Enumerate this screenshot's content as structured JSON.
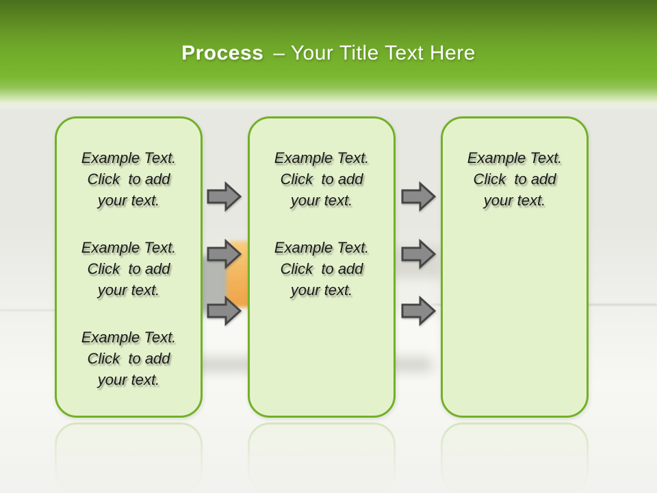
{
  "title": {
    "emphasis": "Process",
    "rest": "– Your Title Text Here"
  },
  "boxes": [
    {
      "name": "process-box-1",
      "paragraphs": [
        "Example Text.\nClick  to add\nyour text.",
        "Example Text.\nClick  to add\nyour text.",
        "Example Text.\nClick  to add\nyour text."
      ]
    },
    {
      "name": "process-box-2",
      "paragraphs": [
        "Example Text.\nClick  to add\nyour text.",
        "Example Text.\nClick  to add\nyour text."
      ]
    },
    {
      "name": "process-box-3",
      "paragraphs": [
        "Example Text.\nClick  to add\nyour text."
      ]
    }
  ],
  "arrows": {
    "direction": "right",
    "columns": 2,
    "per_column": 3
  },
  "colors": {
    "header_green": "#76b22c",
    "header_dark_green": "#4a6f1d",
    "box_fill": "#e4f2cc",
    "box_border": "#72b028",
    "arrow_fill": "#8a8a8a",
    "arrow_border": "#454545",
    "title_text": "#ffffff",
    "body_text": "#1a1a1a",
    "pillow_orange": "#f3b45c"
  }
}
